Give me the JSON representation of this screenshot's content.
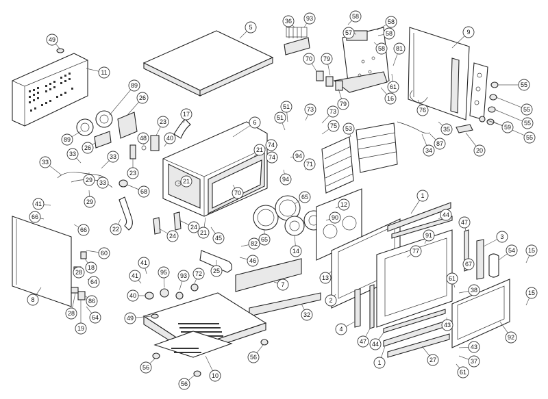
{
  "colors": {
    "line": "#222222",
    "background": "#ffffff",
    "shade": "#e9e9e9"
  },
  "callouts": [
    {
      "id": "c-49a",
      "label": "49"
    },
    {
      "id": "c-11",
      "label": "11"
    },
    {
      "id": "c-5",
      "label": "5"
    },
    {
      "id": "c-36",
      "label": "36"
    },
    {
      "id": "c-93a",
      "label": "93"
    },
    {
      "id": "c-58a",
      "label": "58"
    },
    {
      "id": "c-58b",
      "label": "58"
    },
    {
      "id": "c-57",
      "label": "57"
    },
    {
      "id": "c-58c",
      "label": "58"
    },
    {
      "id": "c-58d",
      "label": "58"
    },
    {
      "id": "c-9",
      "label": "9"
    },
    {
      "id": "c-81",
      "label": "81"
    },
    {
      "id": "c-61a",
      "label": "61"
    },
    {
      "id": "c-70a",
      "label": "70"
    },
    {
      "id": "c-79a",
      "label": "79"
    },
    {
      "id": "c-16",
      "label": "16"
    },
    {
      "id": "c-79b",
      "label": "79"
    },
    {
      "id": "c-55a",
      "label": "55"
    },
    {
      "id": "c-55b",
      "label": "55"
    },
    {
      "id": "c-55c",
      "label": "55"
    },
    {
      "id": "c-55d",
      "label": "55"
    },
    {
      "id": "c-59",
      "label": "59"
    },
    {
      "id": "c-76",
      "label": "76"
    },
    {
      "id": "c-87",
      "label": "87"
    },
    {
      "id": "c-35",
      "label": "35"
    },
    {
      "id": "c-34",
      "label": "34"
    },
    {
      "id": "c-20",
      "label": "20"
    },
    {
      "id": "c-89a",
      "label": "89"
    },
    {
      "id": "c-26a",
      "label": "26"
    },
    {
      "id": "c-89b",
      "label": "89"
    },
    {
      "id": "c-26b",
      "label": "26"
    },
    {
      "id": "c-17",
      "label": "17"
    },
    {
      "id": "c-23a",
      "label": "23"
    },
    {
      "id": "c-48",
      "label": "48"
    },
    {
      "id": "c-40a",
      "label": "40"
    },
    {
      "id": "c-23b",
      "label": "23"
    },
    {
      "id": "c-6",
      "label": "6"
    },
    {
      "id": "c-51a",
      "label": "51"
    },
    {
      "id": "c-51b",
      "label": "51"
    },
    {
      "id": "c-73a",
      "label": "73"
    },
    {
      "id": "c-73b",
      "label": "73"
    },
    {
      "id": "c-75",
      "label": "75"
    },
    {
      "id": "c-53",
      "label": "53"
    },
    {
      "id": "c-74a",
      "label": "74"
    },
    {
      "id": "c-74b",
      "label": "74"
    },
    {
      "id": "c-21a",
      "label": "21"
    },
    {
      "id": "c-94a",
      "label": "94"
    },
    {
      "id": "c-94b",
      "label": "94"
    },
    {
      "id": "c-71",
      "label": "71"
    },
    {
      "id": "c-33a",
      "label": "33"
    },
    {
      "id": "c-33b",
      "label": "33"
    },
    {
      "id": "c-33c",
      "label": "33"
    },
    {
      "id": "c-33d",
      "label": "33"
    },
    {
      "id": "c-29a",
      "label": "29"
    },
    {
      "id": "c-29b",
      "label": "29"
    },
    {
      "id": "c-68",
      "label": "68"
    },
    {
      "id": "c-21b",
      "label": "21"
    },
    {
      "id": "c-70b",
      "label": "70"
    },
    {
      "id": "c-65a",
      "label": "65"
    },
    {
      "id": "c-12",
      "label": "12"
    },
    {
      "id": "c-41a",
      "label": "41"
    },
    {
      "id": "c-66a",
      "label": "66"
    },
    {
      "id": "c-66b",
      "label": "66"
    },
    {
      "id": "c-22",
      "label": "22"
    },
    {
      "id": "c-24a",
      "label": "24"
    },
    {
      "id": "c-24b",
      "label": "24"
    },
    {
      "id": "c-21c",
      "label": "21"
    },
    {
      "id": "c-45",
      "label": "45"
    },
    {
      "id": "c-65b",
      "label": "65"
    },
    {
      "id": "c-90",
      "label": "90"
    },
    {
      "id": "c-14",
      "label": "14"
    },
    {
      "id": "c-1a",
      "label": "1"
    },
    {
      "id": "c-44a",
      "label": "44"
    },
    {
      "id": "c-47a",
      "label": "47"
    },
    {
      "id": "c-3",
      "label": "3"
    },
    {
      "id": "c-54",
      "label": "54"
    },
    {
      "id": "c-15a",
      "label": "15"
    },
    {
      "id": "c-67",
      "label": "67"
    },
    {
      "id": "c-8",
      "label": "8"
    },
    {
      "id": "c-60",
      "label": "60"
    },
    {
      "id": "c-18",
      "label": "18"
    },
    {
      "id": "c-28a",
      "label": "28"
    },
    {
      "id": "c-64a",
      "label": "64"
    },
    {
      "id": "c-82",
      "label": "82"
    },
    {
      "id": "c-46",
      "label": "46"
    },
    {
      "id": "c-25",
      "label": "25"
    },
    {
      "id": "c-13",
      "label": "13"
    },
    {
      "id": "c-77",
      "label": "77"
    },
    {
      "id": "c-91",
      "label": "91"
    },
    {
      "id": "c-61b",
      "label": "61"
    },
    {
      "id": "c-38",
      "label": "38"
    },
    {
      "id": "c-41b",
      "label": "41"
    },
    {
      "id": "c-41c",
      "label": "41"
    },
    {
      "id": "c-95",
      "label": "95"
    },
    {
      "id": "c-93b",
      "label": "93"
    },
    {
      "id": "c-72",
      "label": "72"
    },
    {
      "id": "c-40b",
      "label": "40"
    },
    {
      "id": "c-86",
      "label": "86"
    },
    {
      "id": "c-28b",
      "label": "28"
    },
    {
      "id": "c-64b",
      "label": "64"
    },
    {
      "id": "c-19",
      "label": "19"
    },
    {
      "id": "c-7",
      "label": "7"
    },
    {
      "id": "c-2",
      "label": "2"
    },
    {
      "id": "c-4",
      "label": "4"
    },
    {
      "id": "c-47b",
      "label": "47"
    },
    {
      "id": "c-44b",
      "label": "44"
    },
    {
      "id": "c-1b",
      "label": "1"
    },
    {
      "id": "c-32",
      "label": "32"
    },
    {
      "id": "c-49b",
      "label": "49"
    },
    {
      "id": "c-56a",
      "label": "56"
    },
    {
      "id": "c-56b",
      "label": "56"
    },
    {
      "id": "c-56c",
      "label": "56"
    },
    {
      "id": "c-10",
      "label": "10"
    },
    {
      "id": "c-27",
      "label": "27"
    },
    {
      "id": "c-43a",
      "label": "43"
    },
    {
      "id": "c-43b",
      "label": "43"
    },
    {
      "id": "c-37",
      "label": "37"
    },
    {
      "id": "c-61c",
      "label": "61"
    },
    {
      "id": "c-92",
      "label": "92"
    },
    {
      "id": "c-15b",
      "label": "15"
    }
  ]
}
